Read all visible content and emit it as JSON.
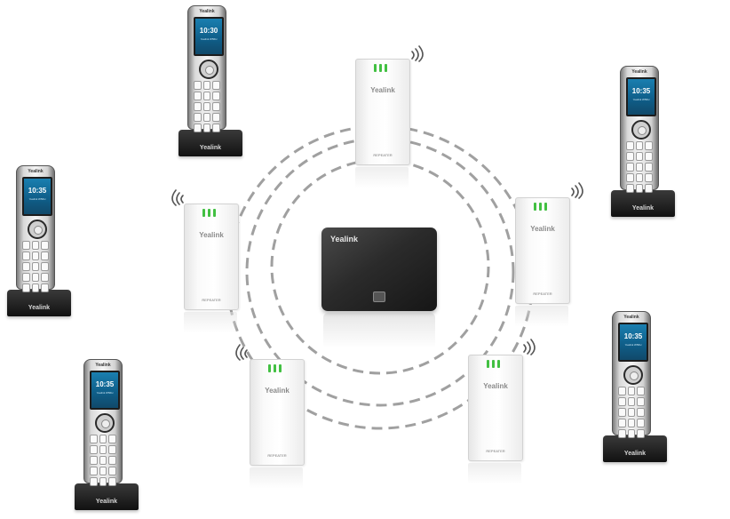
{
  "brand": "Yealink",
  "handset": {
    "time": "10:35",
    "screen_sub": "Yealink W56H",
    "cradle_label": "Yealink"
  },
  "handset_alt_time": "10:30",
  "repeater": {
    "brand": "Yealink",
    "model": "REPEATER"
  },
  "base": {
    "brand": "Yealink"
  },
  "colors": {
    "led": "#42c042",
    "ring": "#9a9a9a",
    "base": "#2b2b2b"
  }
}
